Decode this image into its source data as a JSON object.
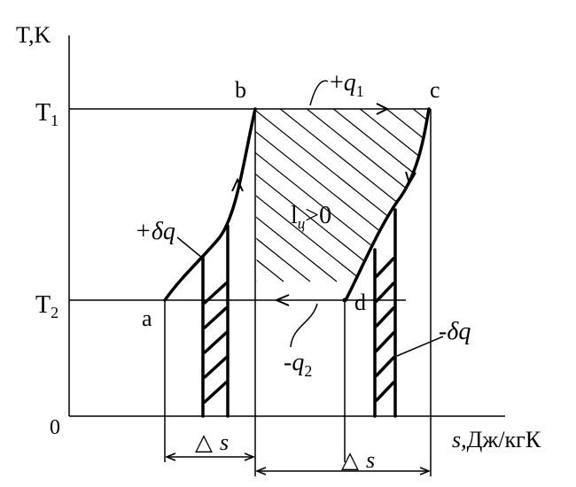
{
  "axes": {
    "y_label": "T,K",
    "x_label_sym": "s,",
    "x_label_unit": "Дж/кгК",
    "origin": "0"
  },
  "levels": {
    "t1_base": "T",
    "t1_sub": "1",
    "t2_base": "T",
    "t2_sub": "2"
  },
  "points": {
    "a": "a",
    "b": "b",
    "c": "c",
    "d": "d"
  },
  "annotations": {
    "q1_sign": "+",
    "q1_sym": "q",
    "q1_sub": "1",
    "q2_sign": "-",
    "q2_sym": "q",
    "q2_sub": "2",
    "work_sym": "l",
    "work_sub": "ц",
    "work_rel": ">0",
    "dq_plus": "+δq",
    "dq_minus": "-δq"
  },
  "intervals": {
    "left_delta": "△",
    "left_s": "s",
    "right_delta": "△",
    "right_s": "s"
  }
}
